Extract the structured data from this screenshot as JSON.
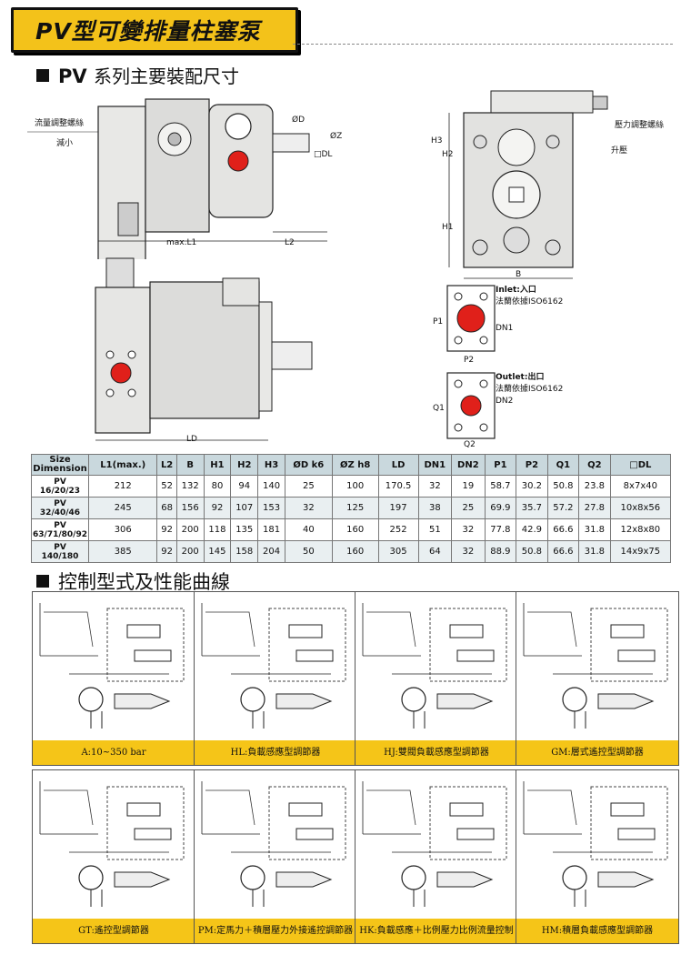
{
  "title": "PV型可變排量柱塞泵",
  "section1": {
    "prefix": "PV",
    "heading": "系列主要裝配尺寸"
  },
  "section2": {
    "heading": "控制型式及性能曲線"
  },
  "drawing_labels": {
    "flow_screw": "流量調整螺絲",
    "decrease": "減小",
    "pressure_screw": "壓力調整螺絲",
    "increase": "升壓",
    "od": "ØD",
    "oz": "ØZ",
    "dl": "□DL",
    "maxl1": "max.L1",
    "l2": "L2",
    "ld": "LD",
    "h1": "H1",
    "h2": "H2",
    "h3": "H3",
    "b": "B",
    "inlet_en": "Inlet:入口",
    "inlet_std": "法蘭依據ISO6162",
    "outlet_en": "Outlet:出口",
    "outlet_std": "法蘭依據ISO6162",
    "p1": "P1",
    "p2": "P2",
    "q1": "Q1",
    "q2": "Q2",
    "dn1": "DN1",
    "dn2": "DN2"
  },
  "table": {
    "headers": [
      "Size\nDimension",
      "L1(max.)",
      "L2",
      "B",
      "H1",
      "H2",
      "H3",
      "ØD k6",
      "ØZ h8",
      "LD",
      "DN1",
      "DN2",
      "P1",
      "P2",
      "Q1",
      "Q2",
      "□DL"
    ],
    "rows": [
      {
        "size": "PV\n16/20/23",
        "values": [
          "212",
          "52",
          "132",
          "80",
          "94",
          "140",
          "25",
          "100",
          "170.5",
          "32",
          "19",
          "58.7",
          "30.2",
          "50.8",
          "23.8",
          "8x7x40"
        ]
      },
      {
        "size": "PV\n32/40/46",
        "values": [
          "245",
          "68",
          "156",
          "92",
          "107",
          "153",
          "32",
          "125",
          "197",
          "38",
          "25",
          "69.9",
          "35.7",
          "57.2",
          "27.8",
          "10x8x56"
        ]
      },
      {
        "size": "PV\n63/71/80/92",
        "values": [
          "306",
          "92",
          "200",
          "118",
          "135",
          "181",
          "40",
          "160",
          "252",
          "51",
          "32",
          "77.8",
          "42.9",
          "66.6",
          "31.8",
          "12x8x80"
        ]
      },
      {
        "size": "PV\n140/180",
        "values": [
          "385",
          "92",
          "200",
          "145",
          "158",
          "204",
          "50",
          "160",
          "305",
          "64",
          "32",
          "88.9",
          "50.8",
          "66.6",
          "31.8",
          "14x9x75"
        ]
      }
    ]
  },
  "panels": [
    {
      "caption": "A:10~350 bar"
    },
    {
      "caption": "HL:負載感應型調節器"
    },
    {
      "caption": "HJ:雙閥負載感應型調節器"
    },
    {
      "caption": "GM:層式遙控型調節器"
    },
    {
      "caption": "GT:遙控型調節器"
    },
    {
      "caption": "PM:定馬力＋積層壓力外接遙控調節器"
    },
    {
      "caption": "HK:負載感應＋比例壓力比例流量控制"
    },
    {
      "caption": "HM:積層負載感應型調節器"
    }
  ],
  "colors": {
    "banner": "#f3c21a",
    "caption": "#f5c518",
    "port": "#e0201a",
    "table_header": "#c9d8dd"
  }
}
